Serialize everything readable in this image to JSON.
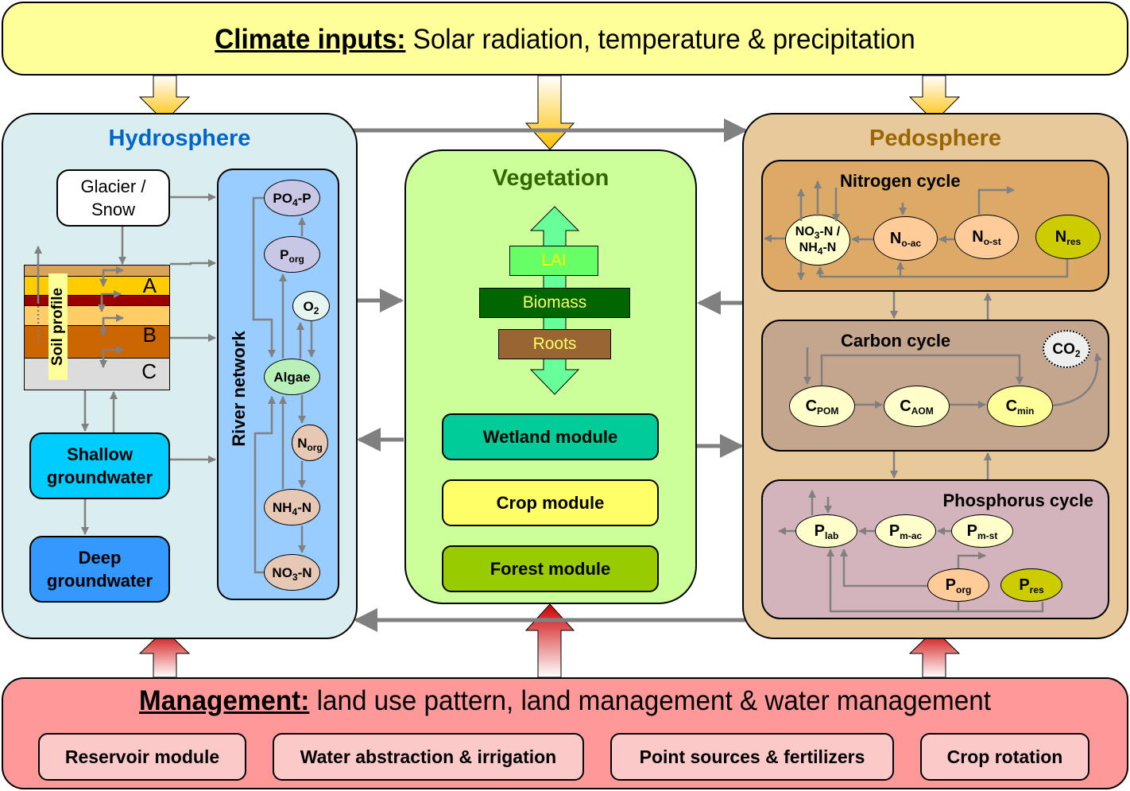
{
  "climate": {
    "label": "Climate inputs:",
    "text": " Solar radiation, temperature & precipitation",
    "color": "#ffff99"
  },
  "management": {
    "label": "Management:",
    "text": " land use pattern, land management & water management",
    "color": "#ff9999",
    "modules": [
      "Reservoir module",
      "Water abstraction & irrigation",
      "Point sources & fertilizers",
      "Crop rotation"
    ]
  },
  "hydrosphere": {
    "title": "Hydrosphere",
    "title_color": "#0066cc",
    "bg": "#daedef",
    "glacier": "Glacier / Snow",
    "soil_profile_label": "Soil profile",
    "soil_layers": [
      "A",
      "B",
      "C"
    ],
    "shallow_gw": "Shallow groundwater",
    "deep_gw": "Deep groundwater",
    "river_network": {
      "label": "River network",
      "nodes": {
        "po4p": {
          "main": "PO",
          "sub": "4",
          "tail": "-P"
        },
        "porg": {
          "main": "P",
          "sub": "org",
          "tail": ""
        },
        "o2": {
          "main": "O",
          "sub": "2",
          "tail": ""
        },
        "algae": {
          "main": "Algae",
          "sub": "",
          "tail": ""
        },
        "norg": {
          "main": "N",
          "sub": "org",
          "tail": ""
        },
        "nh4n": {
          "main": "NH",
          "sub": "4",
          "tail": "-N"
        },
        "no3n": {
          "main": "NO",
          "sub": "3",
          "tail": "-N"
        }
      }
    }
  },
  "vegetation": {
    "title": "Vegetation",
    "title_color": "#336600",
    "bg": "#ccff99",
    "bars": [
      "LAI",
      "Biomass",
      "Roots"
    ],
    "modules": [
      "Wetland module",
      "Crop module",
      "Forest module"
    ]
  },
  "pedosphere": {
    "title": "Pedosphere",
    "title_color": "#996600",
    "bg": "#e8c99c",
    "nitrogen": {
      "title": "Nitrogen cycle",
      "nodes": {
        "no3nh4": {
          "l1": "NO",
          "s1": "3",
          "t1": "-N /",
          "l2": "NH",
          "s2": "4",
          "t2": "-N"
        },
        "noac": {
          "main": "N",
          "sub": "o-ac"
        },
        "nost": {
          "main": "N",
          "sub": "o-st"
        },
        "nres": {
          "main": "N",
          "sub": "res"
        }
      }
    },
    "carbon": {
      "title": "Carbon cycle",
      "nodes": {
        "cpom": {
          "main": "C",
          "sub": "POM"
        },
        "caom": {
          "main": "C",
          "sub": "AOM"
        },
        "cmin": {
          "main": "C",
          "sub": "min"
        },
        "co2": {
          "main": "CO",
          "sub": "2"
        }
      }
    },
    "phosphorus": {
      "title": "Phosphorus cycle",
      "nodes": {
        "plab": {
          "main": "P",
          "sub": "lab"
        },
        "pmac": {
          "main": "P",
          "sub": "m-ac"
        },
        "pmst": {
          "main": "P",
          "sub": "m-st"
        },
        "porg": {
          "main": "P",
          "sub": "org"
        },
        "pres": {
          "main": "P",
          "sub": "res"
        }
      }
    }
  }
}
